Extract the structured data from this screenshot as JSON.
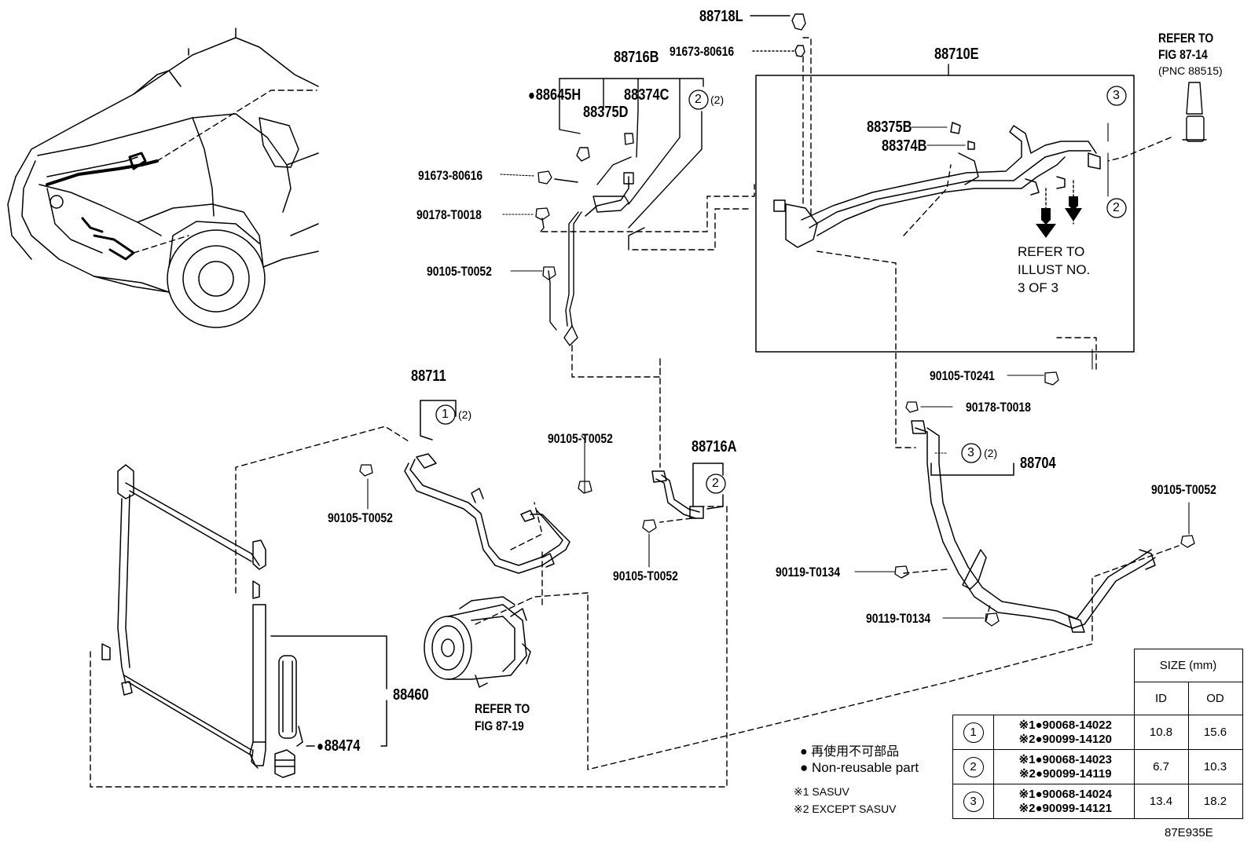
{
  "labels": {
    "p88718L": "88718L",
    "p91673_top": "91673-80616",
    "p88716B": "88716B",
    "p88645H": "88645H",
    "p88374C_a": "88374C",
    "p88375D": "88375D",
    "p91673_left": "91673-80616",
    "p90178_a": "90178-T0018",
    "p90105_a": "90105-T0052",
    "p88710E": "88710E",
    "p88375B": "88375B",
    "p88374B": "88374B",
    "refer_8714_line1": "REFER TO",
    "refer_8714_line2": "FIG 87-14",
    "refer_8714_line3": "(PNC 88515)",
    "refer_illust_line1": "REFER TO",
    "refer_illust_line2": "ILLUST NO.",
    "refer_illust_line3": "3 OF 3",
    "p90105_T0241": "90105-T0241",
    "p90178_b": "90178-T0018",
    "p88704": "88704",
    "p88711": "88711",
    "p90105_b": "90105-T0052",
    "p90105_c": "90105-T0052",
    "p88716A": "88716A",
    "p90105_d": "90105-T0052",
    "p90105_e": "90105-T0052",
    "p90119_a": "90119-T0134",
    "p90119_b": "90119-T0134",
    "p88460": "88460",
    "p88474": "88474",
    "refer_8719_line1": "REFER TO",
    "refer_8719_line2": "FIG 87-19",
    "oring_qty": "(2)",
    "diagram_code": "87E935E"
  },
  "circle_refs": [
    "1",
    "2",
    "3"
  ],
  "legend": {
    "jp": "再使用不可部品",
    "en": "Non-reusable part",
    "note1": "※1 SASUV",
    "note2": "※2 EXCEPT SASUV"
  },
  "size_table": {
    "title": "SIZE (mm)",
    "col_id": "ID",
    "col_od": "OD",
    "rows": [
      {
        "ref": "1",
        "pn1": "※1●90068-14022",
        "pn2": "※2●90099-14120",
        "id": "10.8",
        "od": "15.6"
      },
      {
        "ref": "2",
        "pn1": "※1●90068-14023",
        "pn2": "※2●90099-14119",
        "id": "6.7",
        "od": "10.3"
      },
      {
        "ref": "3",
        "pn1": "※1●90068-14024",
        "pn2": "※2●90099-14121",
        "id": "13.4",
        "od": "18.2"
      }
    ]
  }
}
